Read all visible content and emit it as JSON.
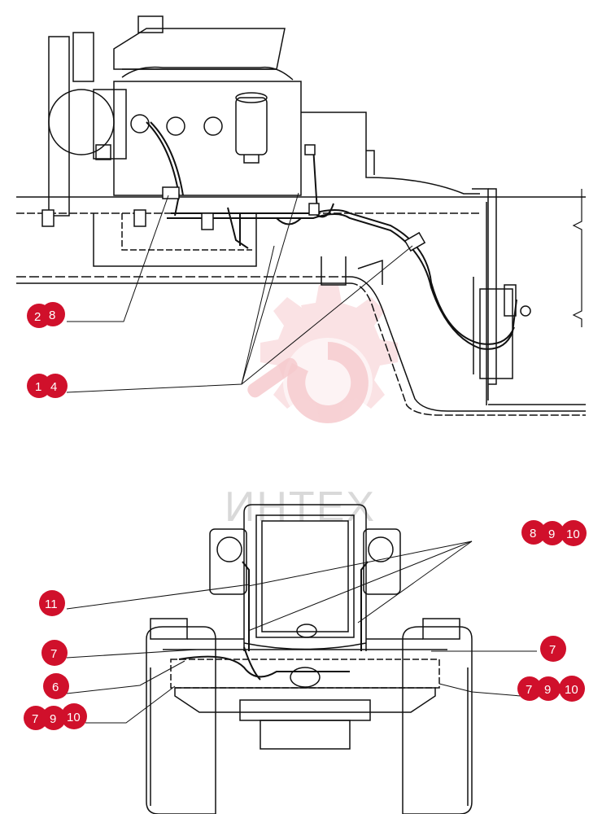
{
  "watermark": {
    "text": "ИНТЕХ",
    "color": "#d9d9d9",
    "gear_color": "#f2b8bd"
  },
  "badge_color": "#d0102b",
  "callouts": {
    "top_left_a": [
      "2",
      "8"
    ],
    "top_left_b": [
      "1",
      "4"
    ],
    "front_right_top": [
      "8",
      "9",
      "10"
    ],
    "front_left_11": [
      "11"
    ],
    "front_left_7": [
      "7"
    ],
    "front_right_7": [
      "7"
    ],
    "front_left_6": [
      "6"
    ],
    "front_right_bottom": [
      "7",
      "9",
      "10"
    ],
    "front_left_bottom": [
      "7",
      "9",
      "10"
    ]
  }
}
